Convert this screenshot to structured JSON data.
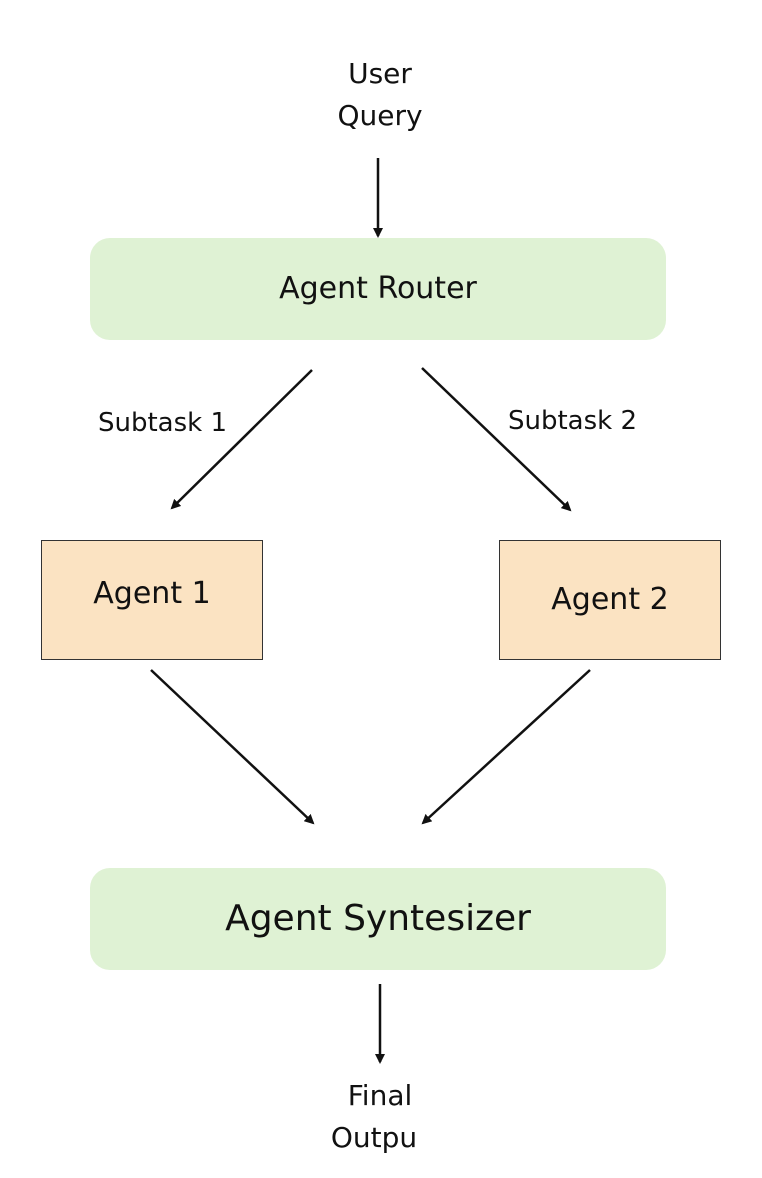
{
  "colors": {
    "router_fill": "#dff2d4",
    "synth_fill": "#dff2d4",
    "agent_fill": "#fbe3c2",
    "agent_border": "#333333",
    "arrow": "#111111",
    "text": "#111111"
  },
  "input": {
    "line1": "User",
    "line2": "Query"
  },
  "router": {
    "label": "Agent Router"
  },
  "edges": {
    "subtask1": "Subtask 1",
    "subtask2": "Subtask 2"
  },
  "agents": [
    {
      "label": "Agent 1"
    },
    {
      "label": "Agent 2"
    }
  ],
  "synthesizer": {
    "label": "Agent Syntesizer"
  },
  "output": {
    "line1": "Final",
    "line2": "Outpu"
  }
}
